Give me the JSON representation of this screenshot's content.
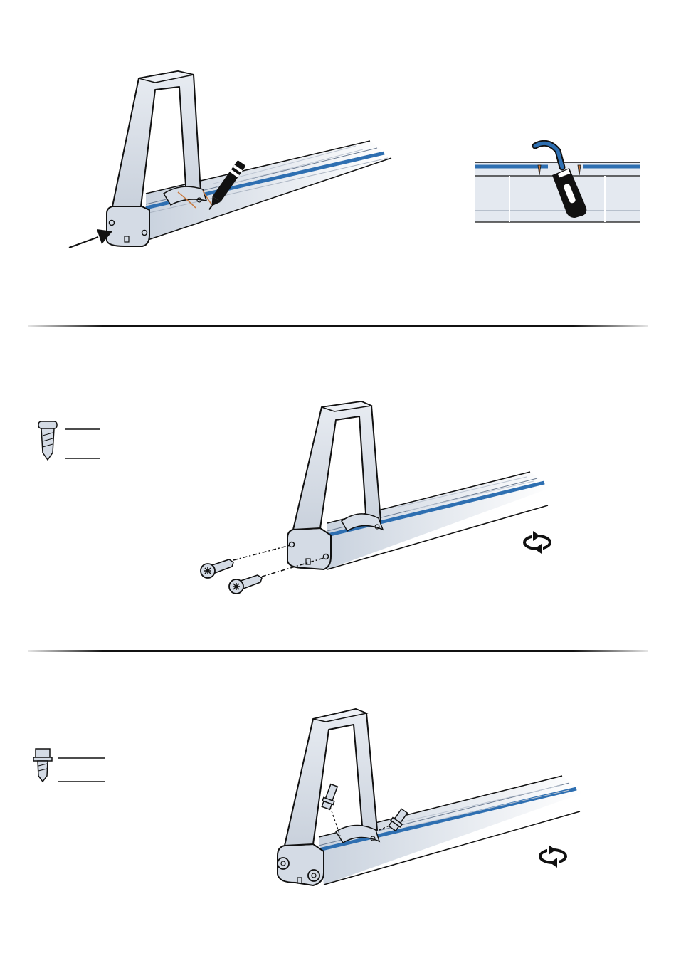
{
  "document": {
    "steps": [
      {
        "id": "mark-and-cut",
        "callouts": [
          "marker-pen-icon",
          "utility-knife-icon",
          "end-cap-arrow"
        ]
      },
      {
        "id": "fasten-end-cap-screws",
        "screw_type": "torx-pan-head-screw-icon",
        "action_icon": "rotate-clockwise-icon"
      },
      {
        "id": "fasten-hex-bolts",
        "screw_type": "hex-flange-bolt-icon",
        "action_icon": "rotate-clockwise-icon"
      }
    ],
    "colors": {
      "bracket_fill": "#d9dfe8",
      "rail_fill": "#e4e9f0",
      "rail_channel": "#2e6fb1",
      "pen_tip": "#c97a3f",
      "outline": "#111111"
    }
  }
}
